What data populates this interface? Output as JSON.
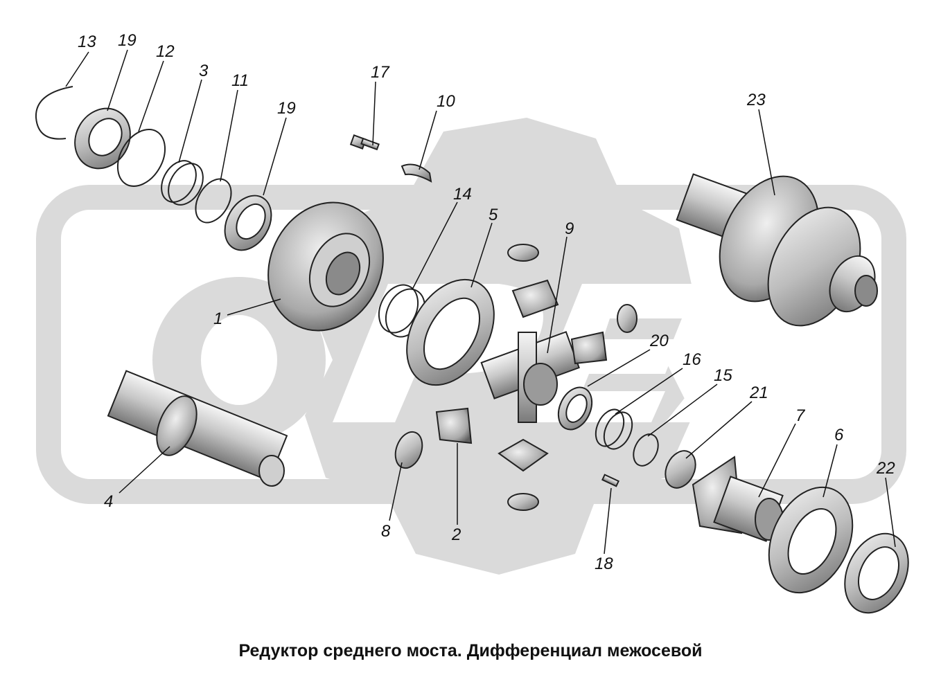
{
  "title": "Редуктор среднего моста. Дифференциал межосевой",
  "watermark": {
    "brand_letters": [
      "O",
      "P",
      "E",
      "X"
    ],
    "color": "#d9d9d9"
  },
  "part_labels": {
    "p13": "13",
    "p19a": "19",
    "p12": "12",
    "p3": "3",
    "p11": "11",
    "p19b": "19",
    "p17": "17",
    "p10": "10",
    "p23": "23",
    "p14": "14",
    "p5": "5",
    "p9": "9",
    "p1": "1",
    "p20": "20",
    "p16": "16",
    "p15": "15",
    "p21": "21",
    "p7": "7",
    "p6": "6",
    "p22": "22",
    "p4": "4",
    "p8": "8",
    "p2": "2",
    "p18": "18"
  },
  "colors": {
    "metal_light": "#e6e6e6",
    "metal_mid": "#b5b5b5",
    "metal_dark": "#6a6a6a",
    "ink": "#111111"
  }
}
